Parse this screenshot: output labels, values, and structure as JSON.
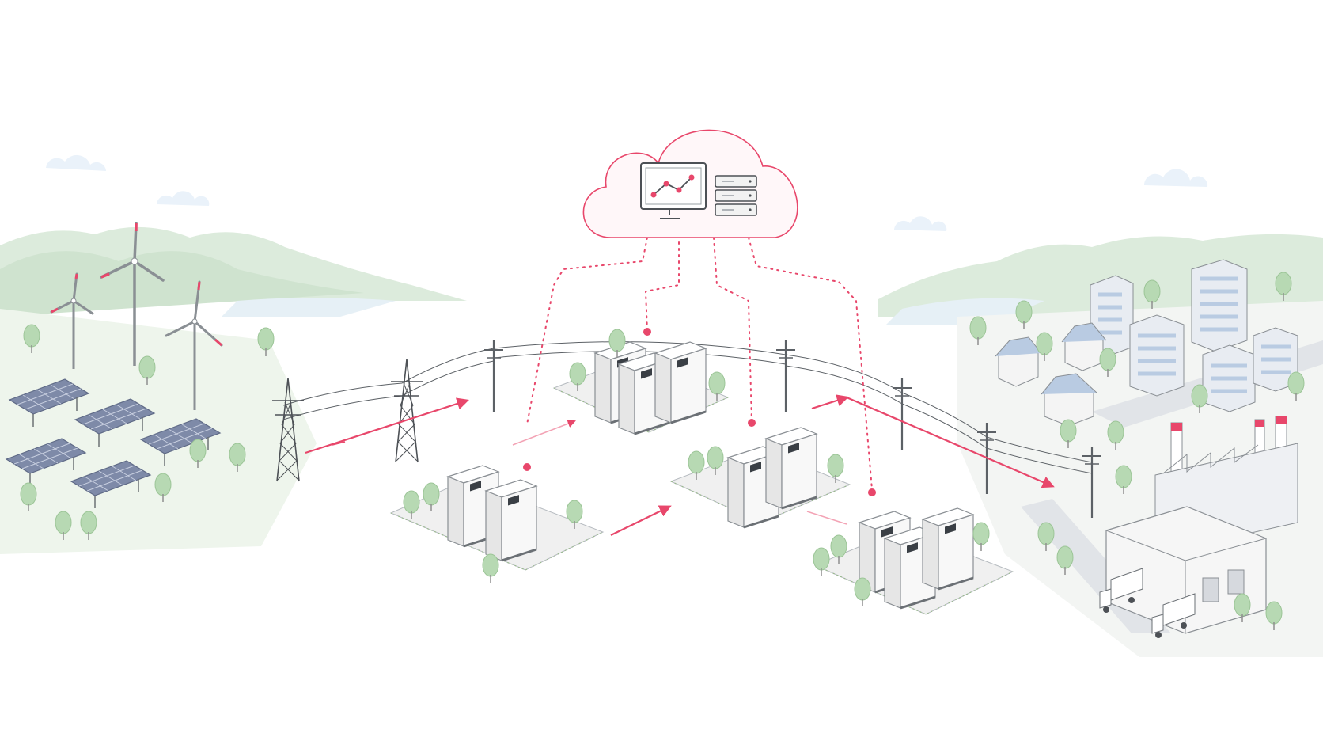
{
  "diagram": {
    "title": "",
    "colors": {
      "accent": "#e8476b",
      "accent_light": "#f3a3b5",
      "outline": "#9aa0a6",
      "outline_dark": "#6b7075",
      "hill": "#cfe3cf",
      "hill_far": "#dcebdc",
      "ground": "#eef5ec",
      "tree": "#b7d9b3",
      "tree_trunk": "#8f8f8f",
      "panel": "#7e8aa8",
      "panel_light": "#aab4cc",
      "cabinet": "#f7f7f7",
      "cabinet_side": "#e6e6e6",
      "pad": "#f0f0f0",
      "building": "#e8ecf2",
      "window": "#b9cbe2",
      "road": "#e1e4e8",
      "water": "#e6f0f6",
      "cloud_sky": "#eaf2fa"
    },
    "nodes": [
      {
        "id": "cloud-control",
        "kind": "cloud-monitoring",
        "icons": [
          "monitor-chart-icon",
          "server-rack-icon"
        ]
      },
      {
        "id": "renewables",
        "kind": "generation",
        "icons": [
          "wind-turbine-icon",
          "solar-panel-icon"
        ]
      },
      {
        "id": "transmission",
        "kind": "grid",
        "icons": [
          "pylon-icon",
          "utility-pole-icon"
        ]
      },
      {
        "id": "storage-site-1",
        "kind": "battery-storage"
      },
      {
        "id": "storage-site-2",
        "kind": "battery-storage"
      },
      {
        "id": "storage-site-3",
        "kind": "battery-storage"
      },
      {
        "id": "storage-site-4",
        "kind": "battery-storage"
      },
      {
        "id": "consumers",
        "kind": "city-and-industry",
        "icons": [
          "house-icon",
          "office-building-icon",
          "factory-icon",
          "truck-icon"
        ]
      }
    ]
  }
}
